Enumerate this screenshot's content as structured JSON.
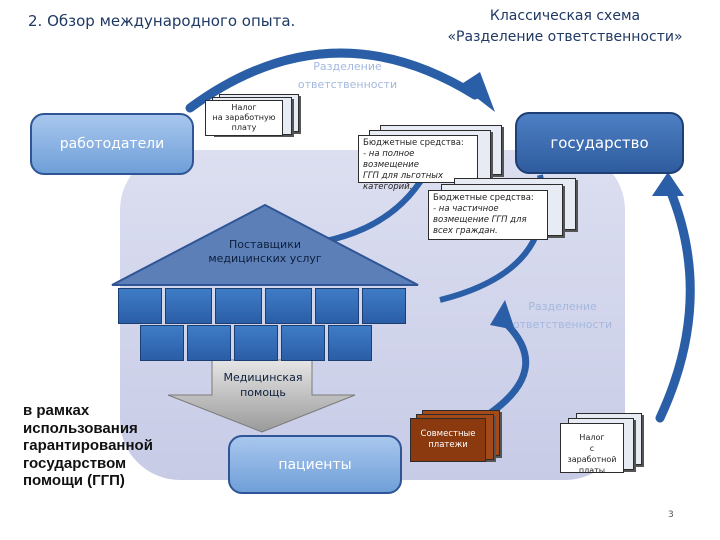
{
  "header": {
    "title_left": "2. Обзор международного опыта.",
    "title_right_line1": "Классическая схема",
    "title_right_line2": "«Разделение ответственности»"
  },
  "labels": {
    "resp_top_line1": "Разделение",
    "resp_top_line2": "ответственности",
    "resp_right_line1": "Разделение",
    "resp_right_line2": "ответственности"
  },
  "nodes": {
    "employers": "работодатели",
    "state": "государство",
    "patients": "пациенты",
    "providers_line1": "Поставщики",
    "providers_line2": "медицинских услуг",
    "medical_help_line1": "Медицинская",
    "medical_help_line2": "помощь"
  },
  "documents": {
    "payroll_tax_top": [
      "Налог",
      "на заработную",
      "плату"
    ],
    "budget_full": [
      "Бюджетные средства:",
      "- на полное возмещение",
      "ГГП для льготных",
      "категорий."
    ],
    "budget_partial": [
      "Бюджетные средства:",
      "- на частичное",
      "возмещение ГГП для",
      "всех граждан."
    ],
    "copayments": [
      "Совместные",
      "платежи"
    ],
    "payroll_tax_bottom": [
      "Налог",
      "с заработной",
      "платы"
    ]
  },
  "side_text": [
    "в рамках",
    "использования",
    "гарантированной",
    "государством",
    "помощи (ГГП)"
  ],
  "page_number": "3",
  "colors": {
    "accent": "#2f5597",
    "copay": "#8b3a10",
    "background_panel": "#cfd3ea"
  }
}
